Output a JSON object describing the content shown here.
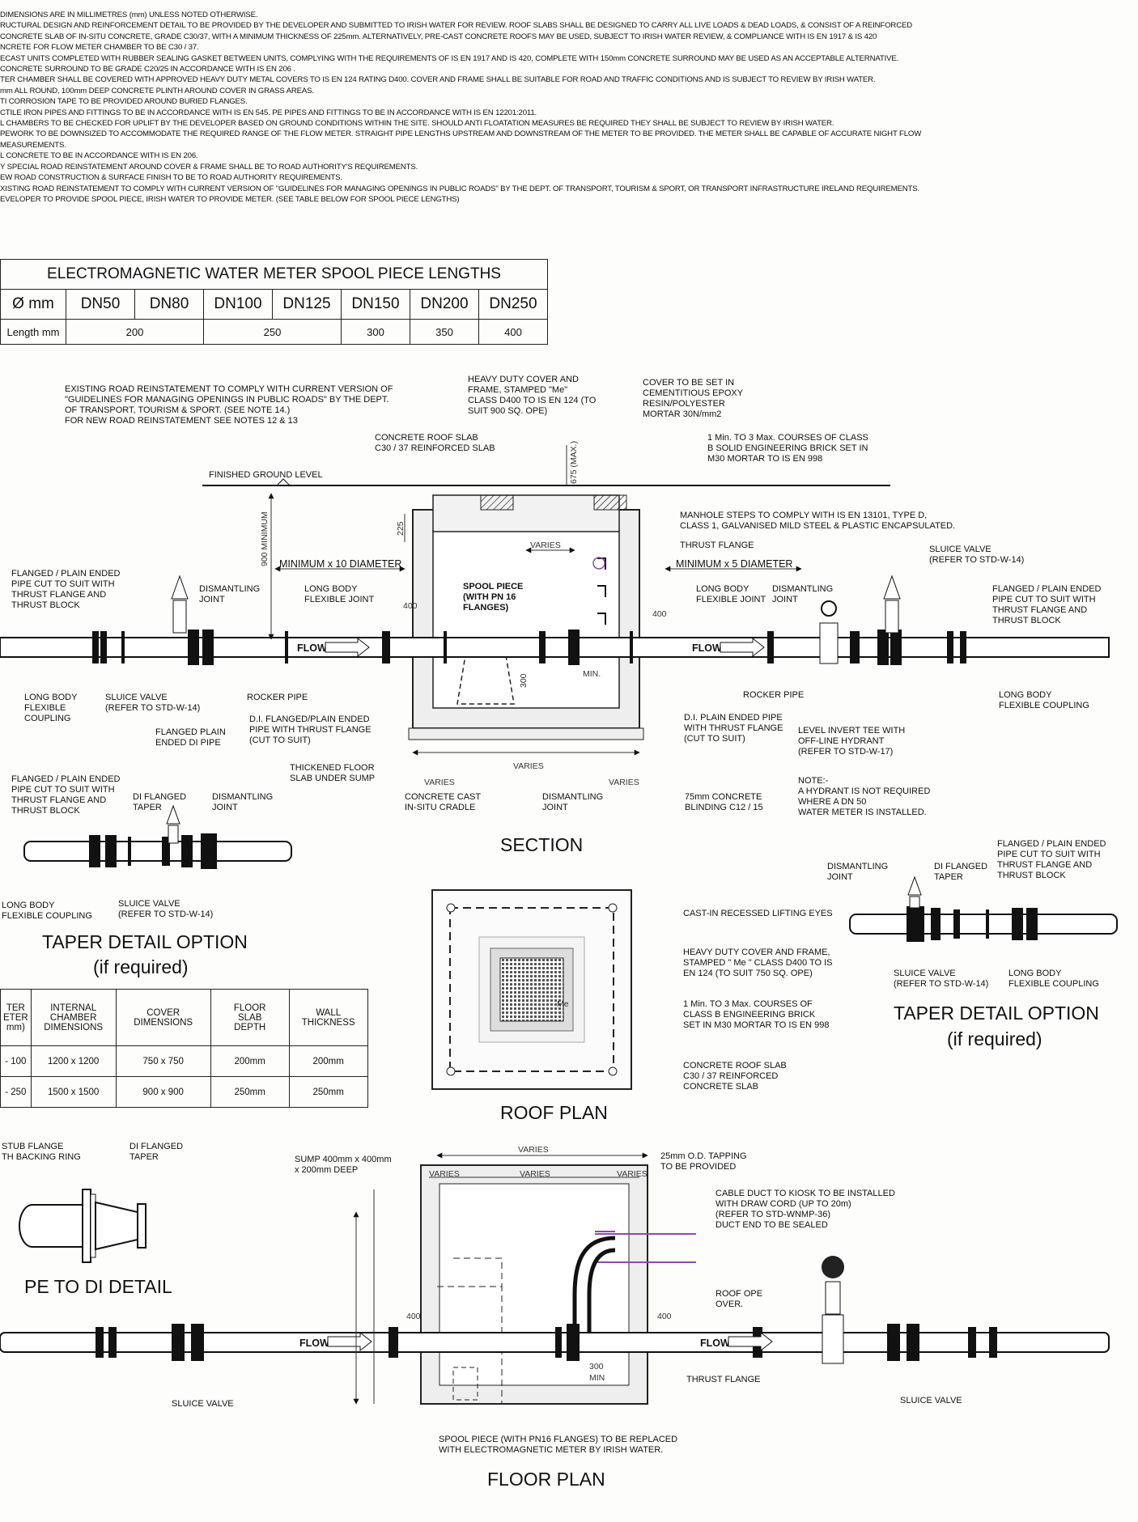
{
  "notes": [
    "DIMENSIONS ARE IN MILLIMETRES (mm) UNLESS NOTED OTHERWISE.",
    "RUCTURAL DESIGN AND REINFORCEMENT DETAIL TO BE PROVIDED BY THE DEVELOPER AND SUBMITTED TO IRISH WATER FOR REVIEW. ROOF SLABS SHALL BE DESIGNED TO CARRY ALL LIVE LOADS & DEAD LOADS, & CONSIST OF A REINFORCED",
    "CONCRETE SLAB OF IN-SITU CONCRETE, GRADE C30/37, WITH A MINIMUM THICKNESS OF 225mm. ALTERNATIVELY, PRE-CAST CONCRETE ROOFS MAY BE USED, SUBJECT TO IRISH WATER REVIEW, & COMPLIANCE WITH IS EN 1917 & IS 420",
    "NCRETE FOR FLOW METER CHAMBER TO BE C30 / 37.",
    "ECAST UNITS COMPLETED WITH RUBBER SEALING GASKET BETWEEN UNITS, COMPLYING WITH THE REQUIREMENTS OF IS EN 1917 AND IS 420, COMPLETE WITH 150mm CONCRETE SURROUND MAY BE USED AS AN ACCEPTABLE ALTERNATIVE.",
    "CONCRETE SURROUND TO BE GRADE C20/25 IN ACCORDANCE WITH IS EN 206 .",
    "TER CHAMBER SHALL BE COVERED WITH APPROVED HEAVY DUTY METAL COVERS TO IS EN 124 RATING D400. COVER AND FRAME SHALL BE SUITABLE FOR ROAD AND TRAFFIC CONDITIONS AND IS SUBJECT TO REVIEW BY IRISH WATER.",
    "mm ALL ROUND, 100mm DEEP CONCRETE PLINTH AROUND COVER IN GRASS AREAS.",
    "TI CORROSION TAPE TO BE PROVIDED AROUND BURIED FLANGES.",
    "CTILE IRON PIPES AND FITTINGS TO BE IN ACCORDANCE WITH IS EN 545. PE PIPES AND FITTINGS TO BE IN ACCORDANCE WITH IS EN 12201:2011.",
    "L CHAMBERS TO BE CHECKED FOR UPLIFT BY THE DEVELOPER BASED ON GROUND CONDITIONS WITHIN THE SITE. SHOULD ANTI FLOATATION MEASURES BE REQUIRED THEY SHALL BE SUBJECT TO REVIEW BY IRISH WATER.",
    "PEWORK TO BE DOWNSIZED TO ACCOMMODATE THE REQUIRED RANGE OF THE FLOW METER. STRAIGHT PIPE LENGTHS UPSTREAM AND DOWNSTREAM OF THE METER TO BE PROVIDED. THE METER SHALL BE CAPABLE OF ACCURATE NIGHT FLOW",
    "MEASUREMENTS.",
    "L CONCRETE TO BE IN ACCORDANCE WITH IS EN 206.",
    "Y SPECIAL ROAD REINSTATEMENT AROUND COVER & FRAME SHALL BE TO ROAD AUTHORITY'S REQUIREMENTS.",
    "EW ROAD CONSTRUCTION & SURFACE FINISH TO BE TO ROAD AUTHORITY REQUIREMENTS.",
    "XISTING ROAD REINSTATEMENT TO COMPLY WITH CURRENT VERSION OF \"GUIDELINES FOR MANAGING OPENINGS IN PUBLIC ROADS\" BY THE DEPT. OF TRANSPORT, TOURISM & SPORT, OR TRANSPORT INFRASTRUCTURE IRELAND REQUIREMENTS.",
    "EVELOPER TO PROVIDE SPOOL PIECE, IRISH WATER TO PROVIDE METER. (SEE TABLE BELOW FOR SPOOL PIECE LENGTHS)"
  ],
  "spool_table": {
    "title": "ELECTROMAGNETIC WATER METER SPOOL PIECE LENGTHS",
    "header_label": "Ø mm",
    "sizes": [
      "DN50",
      "DN80",
      "DN100",
      "DN125",
      "DN150",
      "DN200",
      "DN250"
    ],
    "length_label": "Length mm",
    "lengths": [
      "200",
      "250",
      "300",
      "350",
      "400"
    ]
  },
  "chamber_table": {
    "headers": [
      "TER\nETER\nmm)",
      "INTERNAL\nCHAMBER\nDIMENSIONS",
      "COVER\nDIMENSIONS",
      "FLOOR\nSLAB\nDEPTH",
      "WALL\nTHICKNESS"
    ],
    "rows": [
      [
        "- 100",
        "1200 x 1200",
        "750 x 750",
        "200mm",
        "200mm"
      ],
      [
        "- 250",
        "1500 x 1500",
        "900 x 900",
        "250mm",
        "250mm"
      ]
    ]
  },
  "section": {
    "title": "SECTION",
    "existing_road": [
      "EXISTING ROAD REINSTATEMENT TO COMPLY WITH CURRENT VERSION OF",
      "\"GUIDELINES FOR MANAGING OPENINGS IN PUBLIC ROADS\" BY THE DEPT.",
      "OF TRANSPORT, TOURISM & SPORT. (SEE NOTE 14.)",
      "FOR NEW ROAD REINSTATEMENT SEE NOTES 12 & 13"
    ],
    "heavy_cover": [
      "HEAVY DUTY COVER AND",
      "FRAME, STAMPED \"Me\"",
      "CLASS D400 TO IS EN 124 (TO",
      "SUIT 900 SQ. OPE)"
    ],
    "cover_set": [
      "COVER TO BE SET IN",
      "CEMENTITIOUS EPOXY",
      "RESIN/POLYESTER",
      "MORTAR 30N/mm2"
    ],
    "roof_slab": [
      "CONCRETE ROOF SLAB",
      "C30 / 37 REINFORCED SLAB"
    ],
    "brick": [
      "1 Min. TO 3 Max. COURSES OF CLASS",
      "B SOLID ENGINEERING BRICK SET IN",
      "M30 MORTAR TO IS EN 998"
    ],
    "finished_ground": "FINISHED GROUND LEVEL",
    "steps": [
      "MANHOLE STEPS TO COMPLY WITH IS EN 13101, TYPE D,",
      "CLASS 1, GALVANISED MILD STEEL & PLASTIC ENCAPSULATED."
    ],
    "thrust_flange": "THRUST FLANGE",
    "sluice_valve_r": [
      "SLUICE VALVE",
      "(REFER TO STD-W-14)"
    ],
    "min_10": "MINIMUM x 10 DIAMETER",
    "min_5": "MINIMUM x 5 DIAMETER",
    "min_900": "900 MINIMUM",
    "d225": "225",
    "varies": "VARIES",
    "max_675": "675 (MAX.)",
    "d400": "400",
    "d300": "300",
    "min": "MIN.",
    "flanged_l": [
      "FLANGED / PLAIN ENDED",
      "PIPE CUT TO SUIT WITH",
      "THRUST FLANGE AND",
      "THRUST BLOCK"
    ],
    "dismantling": [
      "DISMANTLING",
      "JOINT"
    ],
    "long_body_flex": [
      "LONG BODY",
      "FLEXIBLE JOINT"
    ],
    "spool": [
      "SPOOL PIECE",
      "(WITH PN 16",
      "FLANGES)"
    ],
    "flow": "FLOW",
    "long_body_coupling_l": [
      "LONG BODY",
      "FLEXIBLE",
      "COUPLING"
    ],
    "sluice_valve_l": [
      "SLUICE VALVE",
      "(REFER TO STD-W-14)"
    ],
    "rocker_pipe": "ROCKER PIPE",
    "flanged_plain": [
      "FLANGED PLAIN",
      "ENDED DI PIPE"
    ],
    "di_flanged": [
      "D.I. FLANGED/PLAIN ENDED",
      "PIPE WITH THRUST FLANGE",
      "(CUT TO SUIT)"
    ],
    "thickened": [
      "THICKENED FLOOR",
      "SLAB UNDER SUMP"
    ],
    "cradle": [
      "CONCRETE CAST",
      "IN-SITU CRADLE"
    ],
    "blinding": [
      "75mm CONCRETE",
      "BLINDING C12 / 15"
    ],
    "di_plain": [
      "D.I. PLAIN ENDED PIPE",
      "WITH THRUST FLANGE",
      "(CUT TO SUIT)"
    ],
    "level_invert": [
      "LEVEL INVERT TEE WITH",
      "OFF-LINE HYDRANT",
      "(REFER TO STD-W-17)"
    ],
    "long_body_coupling_r": [
      "LONG BODY",
      "FLEXIBLE COUPLING"
    ],
    "note": [
      "NOTE:-",
      "A HYDRANT IS NOT REQUIRED",
      "WHERE A DN 50",
      "WATER METER IS INSTALLED."
    ]
  },
  "taper_left": {
    "title": "TAPER DETAIL OPTION",
    "sub": "(if required)",
    "flanged": [
      "FLANGED / PLAIN ENDED",
      "PIPE CUT TO SUIT WITH",
      "THRUST FLANGE AND",
      "THRUST BLOCK"
    ],
    "di_taper": [
      "DI FLANGED",
      "TAPER"
    ],
    "dismantling": [
      "DISMANTLING",
      "JOINT"
    ],
    "long_body": [
      "LONG BODY",
      "FLEXIBLE COUPLING"
    ],
    "sluice": [
      "SLUICE VALVE",
      "(REFER TO STD-W-14)"
    ]
  },
  "taper_right": {
    "title": "TAPER DETAIL OPTION",
    "sub": "(if required)",
    "flanged": [
      "FLANGED / PLAIN ENDED",
      "PIPE CUT TO SUIT WITH",
      "THRUST FLANGE AND",
      "THRUST BLOCK"
    ],
    "dismantling": [
      "DISMANTLING",
      "JOINT"
    ],
    "di_taper": [
      "DI FLANGED",
      "TAPER"
    ],
    "sluice": [
      "SLUICE VALVE",
      "(REFER TO STD-W-14)"
    ],
    "long_body": [
      "LONG BODY",
      "FLEXIBLE COUPLING"
    ]
  },
  "roof_plan": {
    "title": "ROOF PLAN",
    "lifting": "CAST-IN RECESSED LIFTING EYES",
    "cover": [
      "HEAVY DUTY COVER AND FRAME,",
      "STAMPED \" Me \" CLASS D400 TO IS",
      "EN 124 (TO SUIT 750 SQ. OPE)"
    ],
    "brick": [
      "1 Min. TO 3 Max. COURSES OF",
      "CLASS B ENGINEERING BRICK",
      "SET IN M30 MORTAR TO IS EN 998"
    ],
    "slab": [
      "CONCRETE ROOF SLAB",
      "C30 / 37 REINFORCED",
      "CONCRETE SLAB"
    ],
    "me": "Me"
  },
  "pe_detail": {
    "title": "PE TO DI DETAIL",
    "stub": [
      "STUB FLANGE",
      "TH BACKING RING"
    ],
    "taper": [
      "DI FLANGED",
      "TAPER"
    ]
  },
  "floor_plan": {
    "title": "FLOOR PLAN",
    "sump": [
      "SUMP 400mm x 400mm",
      "x 200mm DEEP"
    ],
    "tapping": [
      "25mm O.D. TAPPING",
      "TO BE PROVIDED"
    ],
    "cable": [
      "CABLE DUCT TO KIOSK TO BE INSTALLED",
      "WITH DRAW CORD (UP TO 20m)",
      "(REFER TO STD-WNMP-36)",
      "DUCT END TO BE SEALED"
    ],
    "roof_ope": [
      "ROOF OPE",
      "OVER."
    ],
    "thrust": "THRUST FLANGE",
    "spool": [
      "SPOOL PIECE (WITH PN16 FLANGES) TO BE REPLACED",
      "WITH ELECTROMAGNETIC METER BY IRISH WATER."
    ],
    "sluice_l": "SLUICE VALVE",
    "sluice_r": "SLUICE VALVE",
    "varies": "VARIES",
    "d400": "400",
    "d300": "300",
    "min": "MIN",
    "flow": "FLOW"
  }
}
